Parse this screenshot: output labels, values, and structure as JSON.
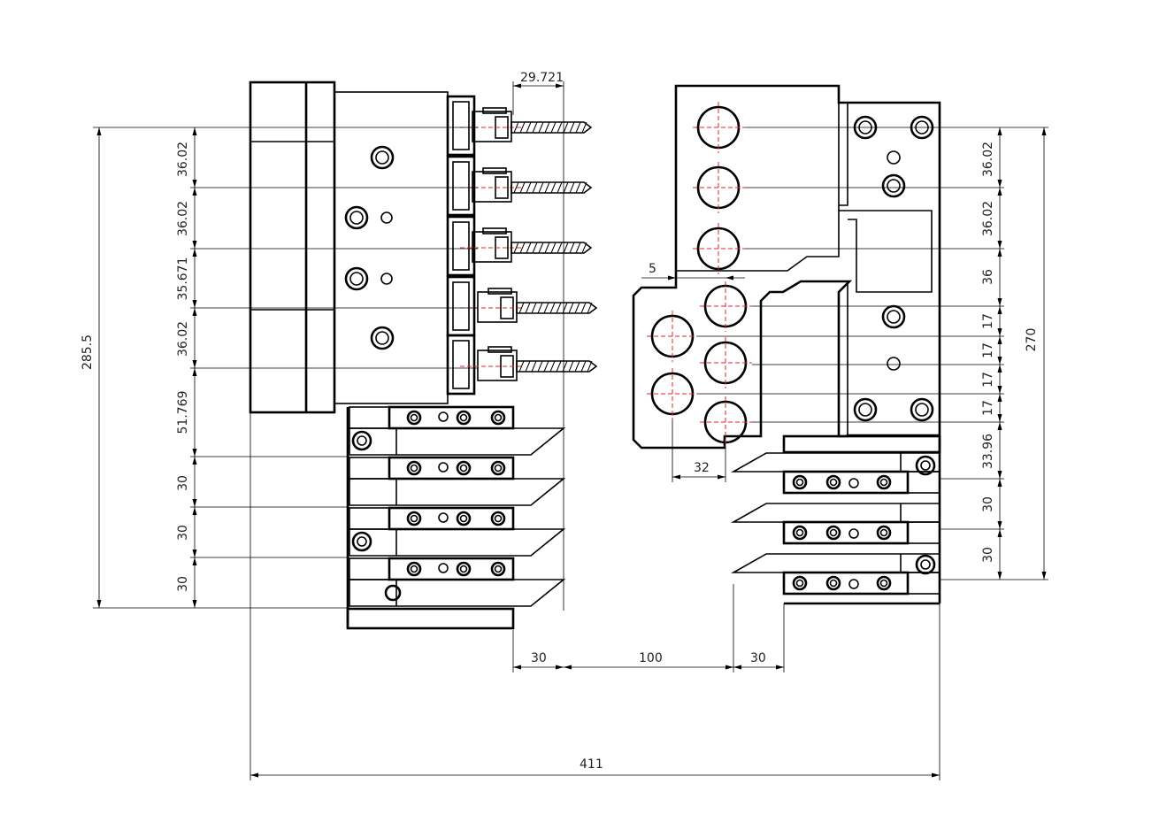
{
  "dimensions": {
    "left_top_width": "29.721",
    "left_vertical": [
      "36.02",
      "36.02",
      "35.671",
      "36.02",
      "51.769",
      "30",
      "30",
      "30"
    ],
    "left_total": "285.5",
    "right_vertical": [
      "36.02",
      "36.02",
      "36",
      "17",
      "17",
      "17",
      "17",
      "33.96",
      "30",
      "30"
    ],
    "right_total": "270",
    "offset": "5",
    "spacing": "32",
    "bottom_left_gap": "30",
    "bottom_center_gap": "100",
    "bottom_right_gap": "30",
    "overall_width": "411"
  }
}
